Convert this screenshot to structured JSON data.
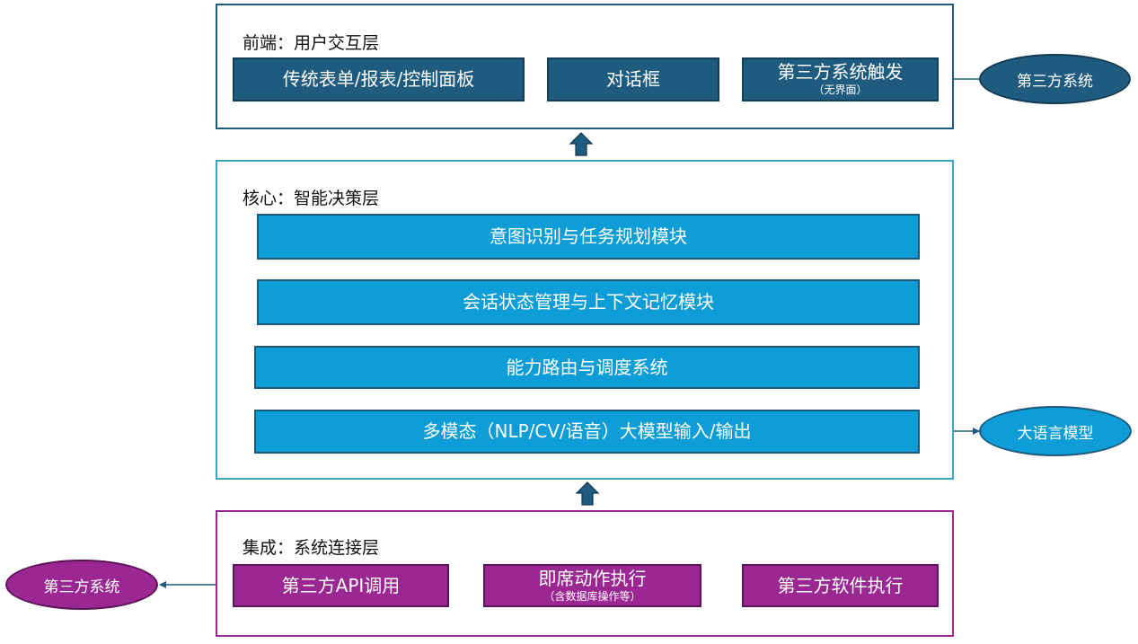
{
  "frontend": {
    "title": "前端：用户交互层",
    "boxes": [
      {
        "label": "传统表单/报表/控制面板",
        "sub": ""
      },
      {
        "label": "对话框",
        "sub": ""
      },
      {
        "label": "第三方系统触发",
        "sub": "（无界面）"
      }
    ],
    "external": "第三方系统"
  },
  "core": {
    "title": "核心：智能决策层",
    "modules": [
      "意图识别与任务规划模块",
      "会话状态管理与上下文记忆模块",
      "能力路由与调度系统",
      "多模态（NLP/CV/语音）大模型输入/输出"
    ],
    "external": "大语言模型"
  },
  "integration": {
    "title": "集成：系统连接层",
    "boxes": [
      {
        "label": "第三方API调用",
        "sub": ""
      },
      {
        "label": "即席动作执行",
        "sub": "（含数据库操作等）"
      },
      {
        "label": "第三方软件执行",
        "sub": ""
      }
    ],
    "external": "第三方系统"
  },
  "colors": {
    "frontend_border": "#1f5b7f",
    "core_border": "#3aa6c8",
    "integration_border": "#9b2792",
    "dark_fill": "#1f5b7f",
    "cyan_fill": "#0e9dd6",
    "purple_fill": "#9b2792"
  }
}
